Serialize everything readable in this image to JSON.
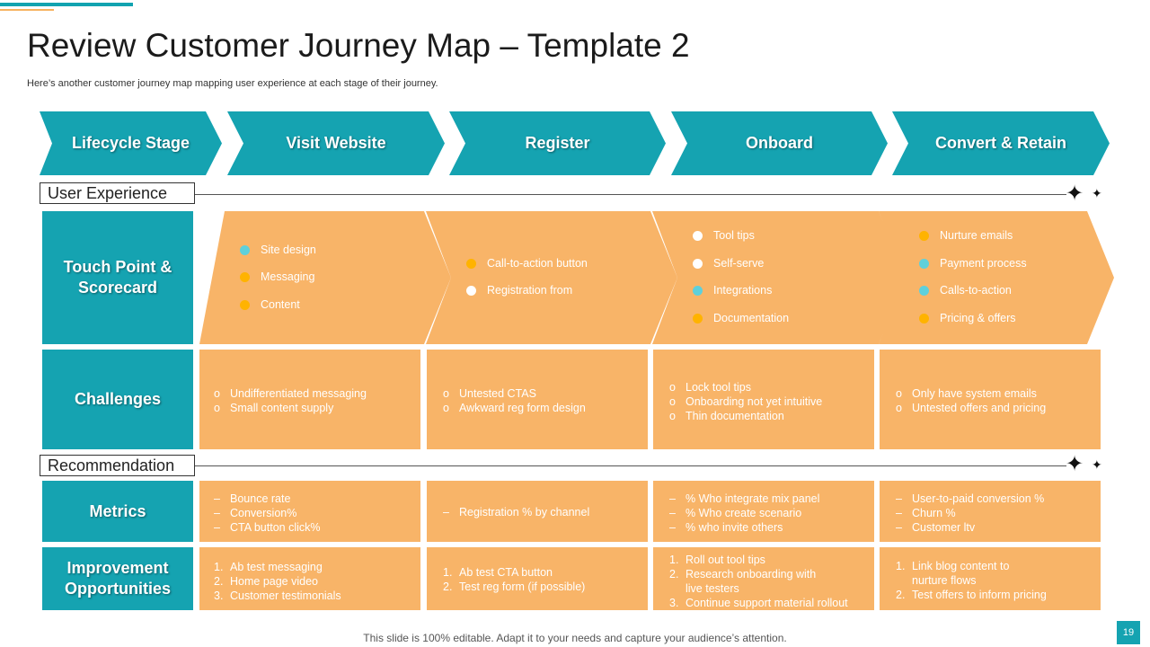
{
  "title": "Review Customer Journey Map – Template 2",
  "subtitle": "Here’s another customer journey map mapping user experience at each stage of their journey.",
  "stages": [
    "Lifecycle Stage",
    "Visit Website",
    "Register",
    "Onboard",
    "Convert & Retain"
  ],
  "sections": {
    "user_experience": "User Experience",
    "recommendation": "Recommendation"
  },
  "row_labels": {
    "touch_point": "Touch Point & Scorecard",
    "challenges": "Challenges",
    "metrics": "Metrics",
    "improvement": "Improvement Opportunities"
  },
  "colors": {
    "teal": "#15a3b1",
    "orange": "#f8b468",
    "dot_teal": "#5fd0db",
    "dot_orange": "#ffb300",
    "dot_white": "#ffffff"
  },
  "touch_points": [
    {
      "items": [
        {
          "text": "Site design",
          "dot": "teal"
        },
        {
          "text": "Messaging",
          "dot": "orange"
        },
        {
          "text": "Content",
          "dot": "orange"
        }
      ]
    },
    {
      "items": [
        {
          "text": "Call-to-action button",
          "dot": "orange"
        },
        {
          "text": "Registration from",
          "dot": "white"
        }
      ]
    },
    {
      "items": [
        {
          "text": "Tool tips",
          "dot": "white"
        },
        {
          "text": "Self-serve",
          "dot": "white"
        },
        {
          "text": "Integrations",
          "dot": "teal"
        },
        {
          "text": "Documentation",
          "dot": "orange"
        }
      ]
    },
    {
      "items": [
        {
          "text": "Nurture emails",
          "dot": "orange"
        },
        {
          "text": "Payment process",
          "dot": "teal"
        },
        {
          "text": "Calls-to-action",
          "dot": "teal"
        },
        {
          "text": "Pricing & offers",
          "dot": "orange"
        }
      ]
    }
  ],
  "challenges": [
    [
      "Undifferentiated  messaging",
      "Small content supply"
    ],
    [
      "Untested CTAS",
      "Awkward reg form design"
    ],
    [
      "Lock tool tips",
      "Onboarding  not yet intuitive",
      "Thin documentation"
    ],
    [
      "Only have system emails",
      "Untested offers and pricing"
    ]
  ],
  "metrics": [
    [
      "Bounce rate",
      "Conversion%",
      "CTA button click%"
    ],
    [
      "Registration % by channel"
    ],
    [
      "% Who integrate mix panel",
      "% Who create scenario",
      "% who invite others"
    ],
    [
      "User-to-paid  conversion  %",
      "Churn  %",
      "Customer ltv"
    ]
  ],
  "improvements": [
    [
      "Ab test messaging",
      "Home page video",
      "Customer testimonials"
    ],
    [
      "Ab test CTA button",
      "Test reg form (if possible)"
    ],
    [
      "Roll out tool tips",
      "Research onboarding  with live testers",
      "Continue support material rollout"
    ],
    [
      "Link blog content to nurture flows",
      "Test offers to inform pricing"
    ]
  ],
  "markers": {
    "challenge": "o",
    "metric": "–"
  },
  "footer": "This slide is 100% editable. Adapt it to your needs and capture your audience’s attention.",
  "page_number": "19"
}
